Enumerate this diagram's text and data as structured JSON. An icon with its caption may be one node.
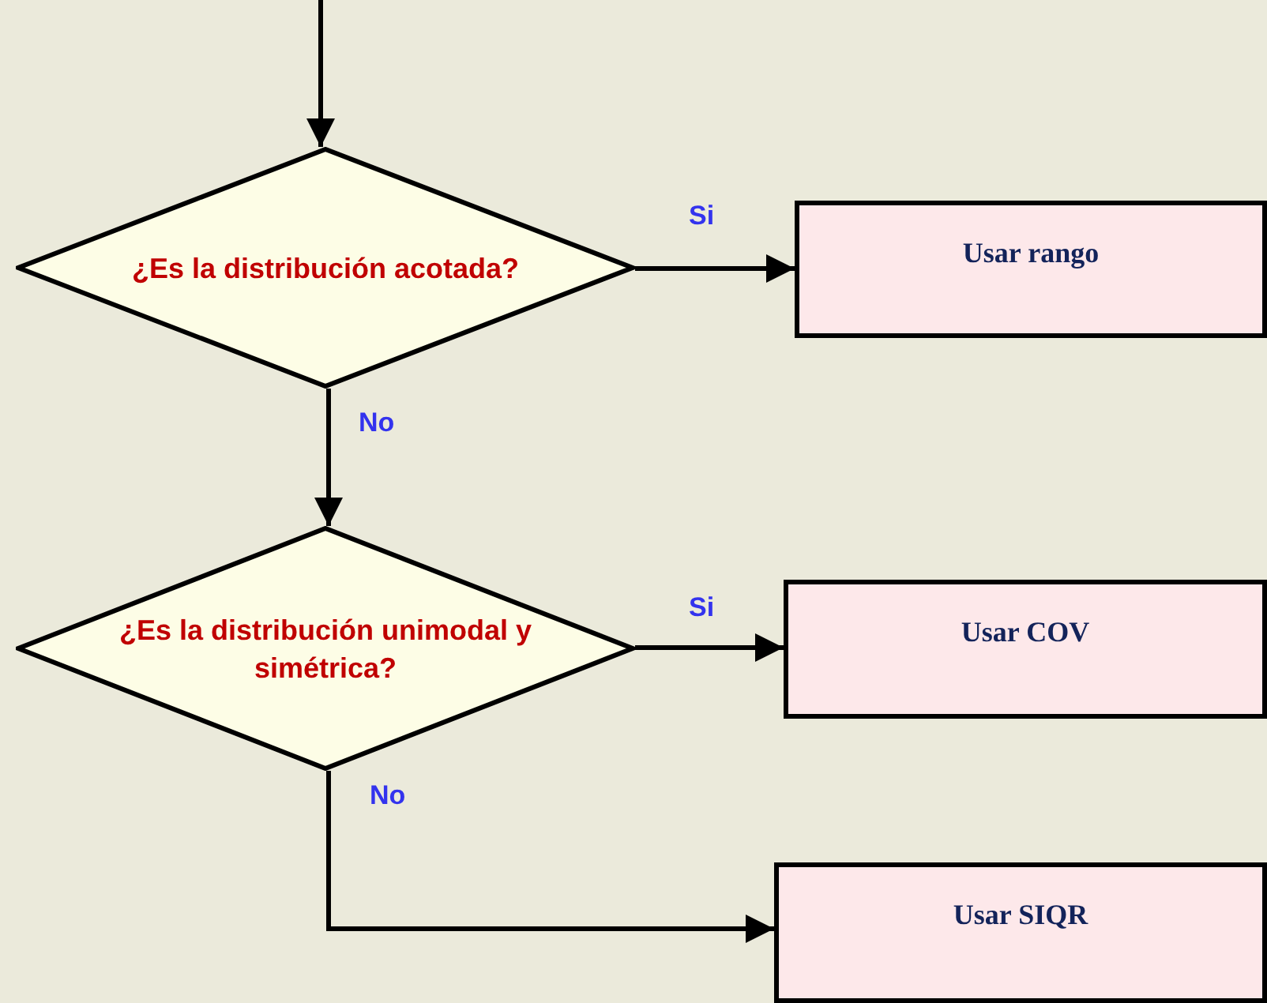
{
  "diagram": {
    "nodes": [
      {
        "text": [
          "¿Es la distribución acotada?"
        ]
      },
      {
        "text": [
          "Usar rango"
        ]
      },
      {
        "text": [
          "¿Es la distribución unimodal y simétrica?"
        ]
      },
      {
        "text": [
          "Usar COV"
        ]
      },
      {
        "text": [
          "Usar SIQR"
        ]
      }
    ],
    "edges": [
      {
        "from": null,
        "to": 0,
        "arrow": "to"
      },
      {
        "from": 0,
        "to": 1,
        "arrow": "to",
        "label": "Si"
      },
      {
        "from": 0,
        "to": 2,
        "arrow": "to",
        "label": "No"
      },
      {
        "from": 2,
        "to": 3,
        "arrow": "to",
        "label": "Si"
      },
      {
        "from": 2,
        "to": 4,
        "arrow": "to",
        "label": "No"
      }
    ]
  }
}
